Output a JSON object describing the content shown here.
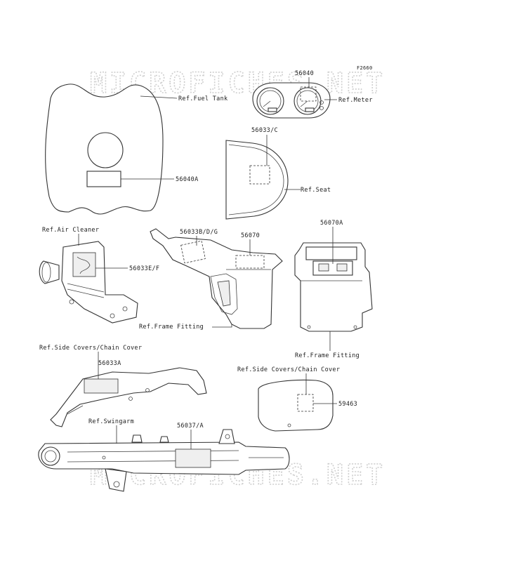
{
  "diagram": {
    "figure_code": "F2660",
    "watermark": "MICROFICHES.NET",
    "labels": {
      "fuel_tank": "Ref.Fuel Tank",
      "part_56040a": "56040A",
      "part_56040": "56040",
      "meter": "Ref.Meter",
      "part_56033c": "56033/C",
      "seat": "Ref.Seat",
      "air_cleaner": "Ref.Air Cleaner",
      "part_56033ef": "56033E/F",
      "part_56033bdg": "56033B/D/G",
      "part_56070": "56070",
      "frame_fitting_1": "Ref.Frame Fitting",
      "part_56070a": "56070A",
      "frame_fitting_2": "Ref.Frame Fitting",
      "side_covers_1": "Ref.Side Covers/Chain Cover",
      "part_56033a": "56033A",
      "side_covers_2": "Ref.Side Covers/Chain Cover",
      "part_59463": "59463",
      "swingarm": "Ref.Swingarm",
      "part_56037a": "56037/A"
    }
  }
}
